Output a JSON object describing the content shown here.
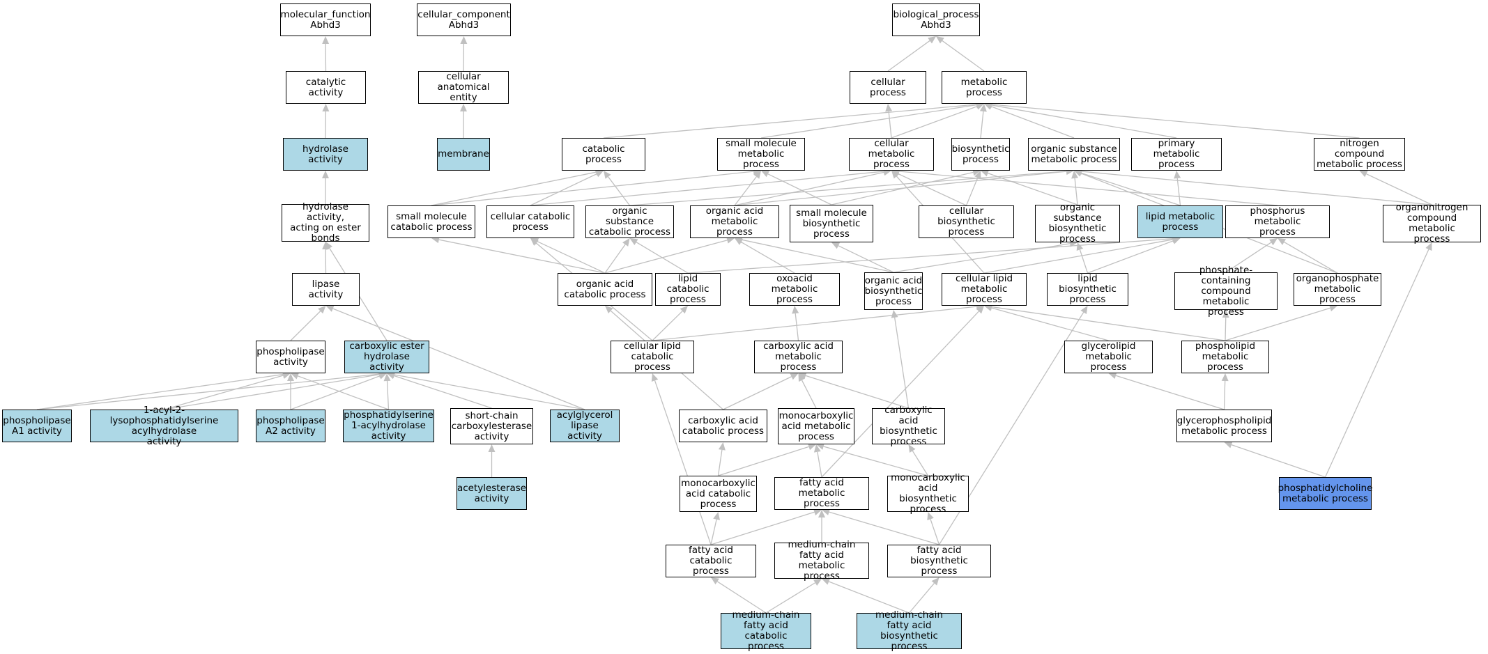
{
  "colors": {
    "edge": "#c0c0c0",
    "node_default": "#ffffff",
    "node_highlight": "#add8e6",
    "node_selected": "#6495ed"
  },
  "nodes": {
    "mf_root": {
      "label": "molecular_function\nAbhd3",
      "style": "default"
    },
    "cc_root": {
      "label": "cellular_component\nAbhd3",
      "style": "default"
    },
    "bp_root": {
      "label": "biological_process\nAbhd3",
      "style": "default"
    },
    "catalytic": {
      "label": "catalytic activity",
      "style": "default"
    },
    "cell_anat": {
      "label": "cellular anatomical\nentity",
      "style": "default"
    },
    "cellular_process": {
      "label": "cellular process",
      "style": "default"
    },
    "metabolic": {
      "label": "metabolic process",
      "style": "default"
    },
    "hydrolase": {
      "label": "hydrolase activity",
      "style": "highlight"
    },
    "membrane": {
      "label": "membrane",
      "style": "highlight"
    },
    "catabolic": {
      "label": "catabolic process",
      "style": "default"
    },
    "sm_metabolic": {
      "label": "small molecule\nmetabolic process",
      "style": "default"
    },
    "cell_metabolic": {
      "label": "cellular metabolic\nprocess",
      "style": "default"
    },
    "biosynthetic": {
      "label": "biosynthetic\nprocess",
      "style": "default"
    },
    "org_sub_metabolic": {
      "label": "organic substance\nmetabolic process",
      "style": "default"
    },
    "primary_metabolic": {
      "label": "primary metabolic\nprocess",
      "style": "default"
    },
    "nitrogen_compound": {
      "label": "nitrogen compound\nmetabolic process",
      "style": "default"
    },
    "hydrolase_ester": {
      "label": "hydrolase activity,\nacting on ester\nbonds",
      "style": "default"
    },
    "sm_catabolic": {
      "label": "small molecule\ncatabolic process",
      "style": "default"
    },
    "cell_catabolic": {
      "label": "cellular catabolic\nprocess",
      "style": "default"
    },
    "org_sub_catabolic": {
      "label": "organic substance\ncatabolic process",
      "style": "default"
    },
    "org_acid_metabolic": {
      "label": "organic acid\nmetabolic process",
      "style": "default"
    },
    "sm_biosynthetic": {
      "label": "small molecule\nbiosynthetic\nprocess",
      "style": "default"
    },
    "cell_biosynthetic": {
      "label": "cellular biosynthetic\nprocess",
      "style": "default"
    },
    "org_sub_biosynthetic": {
      "label": "organic substance\nbiosynthetic\nprocess",
      "style": "default"
    },
    "lipid_metabolic": {
      "label": "lipid metabolic\nprocess",
      "style": "highlight"
    },
    "phosphorus_metabolic": {
      "label": "phosphorus metabolic\nprocess",
      "style": "default"
    },
    "organonitrogen": {
      "label": "organonitrogen\ncompound metabolic\nprocess",
      "style": "default"
    },
    "lipase": {
      "label": "lipase activity",
      "style": "default"
    },
    "org_acid_catabolic": {
      "label": "organic acid\ncatabolic process",
      "style": "default"
    },
    "lipid_catabolic": {
      "label": "lipid catabolic\nprocess",
      "style": "default"
    },
    "oxoacid": {
      "label": "oxoacid metabolic\nprocess",
      "style": "default"
    },
    "org_acid_biosynthetic": {
      "label": "organic acid\nbiosynthetic\nprocess",
      "style": "default"
    },
    "cell_lipid_metabolic": {
      "label": "cellular lipid\nmetabolic process",
      "style": "default"
    },
    "lipid_biosynthetic": {
      "label": "lipid biosynthetic\nprocess",
      "style": "default"
    },
    "phosphate_containing": {
      "label": "phosphate-containing\ncompound metabolic\nprocess",
      "style": "default"
    },
    "organophosphate": {
      "label": "organophosphate\nmetabolic process",
      "style": "default"
    },
    "phospholipase": {
      "label": "phospholipase\nactivity",
      "style": "default"
    },
    "carboxylic_ester": {
      "label": "carboxylic ester\nhydrolase activity",
      "style": "highlight"
    },
    "cell_lipid_catabolic": {
      "label": "cellular lipid\ncatabolic process",
      "style": "default"
    },
    "carboxylic_acid_metabolic": {
      "label": "carboxylic acid\nmetabolic process",
      "style": "default"
    },
    "glycerolipid": {
      "label": "glycerolipid\nmetabolic process",
      "style": "default"
    },
    "phospholipid": {
      "label": "phospholipid\nmetabolic process",
      "style": "default"
    },
    "pla1": {
      "label": "phospholipase\nA1 activity",
      "style": "highlight"
    },
    "acyl_lyso": {
      "label": "1-acyl-2-lysophosphatidylserine\nacylhydrolase\nactivity",
      "style": "highlight"
    },
    "pla2": {
      "label": "phospholipase\nA2 activity",
      "style": "highlight"
    },
    "ps_acylhydrolase": {
      "label": "phosphatidylserine\n1-acylhydrolase\nactivity",
      "style": "highlight"
    },
    "short_chain": {
      "label": "short-chain\ncarboxylesterase\nactivity",
      "style": "default"
    },
    "acylglycerol_lipase": {
      "label": "acylglycerol\nlipase activity",
      "style": "highlight"
    },
    "carboxylic_acid_catabolic": {
      "label": "carboxylic acid\ncatabolic process",
      "style": "default"
    },
    "monocarboxylic_metabolic": {
      "label": "monocarboxylic\nacid metabolic\nprocess",
      "style": "default"
    },
    "carboxylic_acid_biosynthetic": {
      "label": "carboxylic acid\nbiosynthetic\nprocess",
      "style": "default"
    },
    "glycerophospholipid": {
      "label": "glycerophospholipid\nmetabolic process",
      "style": "default"
    },
    "acetylesterase": {
      "label": "acetylesterase\nactivity",
      "style": "highlight"
    },
    "monocarboxylic_catabolic": {
      "label": "monocarboxylic\nacid catabolic\nprocess",
      "style": "default"
    },
    "fatty_acid_metabolic": {
      "label": "fatty acid metabolic\nprocess",
      "style": "default"
    },
    "monocarboxylic_biosynthetic": {
      "label": "monocarboxylic\nacid biosynthetic\nprocess",
      "style": "default"
    },
    "pc_metabolic": {
      "label": "phosphatidylcholine\nmetabolic process",
      "style": "selected"
    },
    "fatty_acid_catabolic": {
      "label": "fatty acid catabolic\nprocess",
      "style": "default"
    },
    "mc_fatty_acid_metabolic": {
      "label": "medium-chain\nfatty acid metabolic\nprocess",
      "style": "default"
    },
    "fatty_acid_biosynthetic": {
      "label": "fatty acid biosynthetic\nprocess",
      "style": "default"
    },
    "mc_fatty_acid_catabolic": {
      "label": "medium-chain\nfatty acid catabolic\nprocess",
      "style": "highlight"
    },
    "mc_fatty_acid_biosynthetic": {
      "label": "medium-chain\nfatty acid biosynthetic\nprocess",
      "style": "highlight"
    }
  },
  "edges": [
    [
      "catalytic",
      "mf_root"
    ],
    [
      "hydrolase",
      "catalytic"
    ],
    [
      "hydrolase_ester",
      "hydrolase"
    ],
    [
      "lipase",
      "hydrolase_ester"
    ],
    [
      "carboxylic_ester",
      "hydrolase_ester"
    ],
    [
      "phospholipase",
      "lipase"
    ],
    [
      "acylglycerol_lipase",
      "lipase"
    ],
    [
      "pla1",
      "phospholipase"
    ],
    [
      "pla1",
      "carboxylic_ester"
    ],
    [
      "acyl_lyso",
      "phospholipase"
    ],
    [
      "acyl_lyso",
      "carboxylic_ester"
    ],
    [
      "pla2",
      "phospholipase"
    ],
    [
      "pla2",
      "carboxylic_ester"
    ],
    [
      "ps_acylhydrolase",
      "phospholipase"
    ],
    [
      "ps_acylhydrolase",
      "carboxylic_ester"
    ],
    [
      "short_chain",
      "carboxylic_ester"
    ],
    [
      "acylglycerol_lipase",
      "carboxylic_ester"
    ],
    [
      "acetylesterase",
      "short_chain"
    ],
    [
      "cell_anat",
      "cc_root"
    ],
    [
      "membrane",
      "cell_anat"
    ],
    [
      "cellular_process",
      "bp_root"
    ],
    [
      "metabolic",
      "bp_root"
    ],
    [
      "catabolic",
      "metabolic"
    ],
    [
      "sm_metabolic",
      "metabolic"
    ],
    [
      "cell_metabolic",
      "cellular_process"
    ],
    [
      "cell_metabolic",
      "metabolic"
    ],
    [
      "biosynthetic",
      "metabolic"
    ],
    [
      "org_sub_metabolic",
      "metabolic"
    ],
    [
      "primary_metabolic",
      "metabolic"
    ],
    [
      "nitrogen_compound",
      "metabolic"
    ],
    [
      "sm_catabolic",
      "catabolic"
    ],
    [
      "sm_catabolic",
      "sm_metabolic"
    ],
    [
      "cell_catabolic",
      "catabolic"
    ],
    [
      "cell_catabolic",
      "cell_metabolic"
    ],
    [
      "org_sub_catabolic",
      "catabolic"
    ],
    [
      "org_sub_catabolic",
      "org_sub_metabolic"
    ],
    [
      "org_acid_metabolic",
      "sm_metabolic"
    ],
    [
      "org_acid_metabolic",
      "cell_metabolic"
    ],
    [
      "org_acid_metabolic",
      "org_sub_metabolic"
    ],
    [
      "sm_biosynthetic",
      "sm_metabolic"
    ],
    [
      "sm_biosynthetic",
      "biosynthetic"
    ],
    [
      "cell_biosynthetic",
      "cell_metabolic"
    ],
    [
      "cell_biosynthetic",
      "biosynthetic"
    ],
    [
      "org_sub_biosynthetic",
      "biosynthetic"
    ],
    [
      "org_sub_biosynthetic",
      "org_sub_metabolic"
    ],
    [
      "lipid_metabolic",
      "org_sub_metabolic"
    ],
    [
      "lipid_metabolic",
      "primary_metabolic"
    ],
    [
      "phosphorus_metabolic",
      "cell_metabolic"
    ],
    [
      "organonitrogen",
      "nitrogen_compound"
    ],
    [
      "organonitrogen",
      "org_sub_metabolic"
    ],
    [
      "org_acid_catabolic",
      "sm_catabolic"
    ],
    [
      "org_acid_catabolic",
      "cell_catabolic"
    ],
    [
      "org_acid_catabolic",
      "org_sub_catabolic"
    ],
    [
      "org_acid_catabolic",
      "org_acid_metabolic"
    ],
    [
      "lipid_catabolic",
      "org_sub_catabolic"
    ],
    [
      "lipid_catabolic",
      "lipid_metabolic"
    ],
    [
      "oxoacid",
      "org_acid_metabolic"
    ],
    [
      "org_acid_biosynthetic",
      "org_acid_metabolic"
    ],
    [
      "org_acid_biosynthetic",
      "sm_biosynthetic"
    ],
    [
      "org_acid_biosynthetic",
      "org_sub_biosynthetic"
    ],
    [
      "cell_lipid_metabolic",
      "cell_metabolic"
    ],
    [
      "cell_lipid_metabolic",
      "lipid_metabolic"
    ],
    [
      "lipid_biosynthetic",
      "lipid_metabolic"
    ],
    [
      "lipid_biosynthetic",
      "org_sub_biosynthetic"
    ],
    [
      "phosphate_containing",
      "phosphorus_metabolic"
    ],
    [
      "organophosphate",
      "phosphorus_metabolic"
    ],
    [
      "organophosphate",
      "org_sub_metabolic"
    ],
    [
      "cell_lipid_catabolic",
      "cell_catabolic"
    ],
    [
      "cell_lipid_catabolic",
      "lipid_catabolic"
    ],
    [
      "cell_lipid_catabolic",
      "cell_lipid_metabolic"
    ],
    [
      "carboxylic_acid_metabolic",
      "oxoacid"
    ],
    [
      "glycerolipid",
      "cell_lipid_metabolic"
    ],
    [
      "phospholipid",
      "cell_lipid_metabolic"
    ],
    [
      "phospholipid",
      "phosphate_containing"
    ],
    [
      "phospholipid",
      "organophosphate"
    ],
    [
      "carboxylic_acid_catabolic",
      "carboxylic_acid_metabolic"
    ],
    [
      "carboxylic_acid_catabolic",
      "org_acid_catabolic"
    ],
    [
      "monocarboxylic_metabolic",
      "carboxylic_acid_metabolic"
    ],
    [
      "carboxylic_acid_biosynthetic",
      "carboxylic_acid_metabolic"
    ],
    [
      "carboxylic_acid_biosynthetic",
      "org_acid_biosynthetic"
    ],
    [
      "glycerophospholipid",
      "glycerolipid"
    ],
    [
      "glycerophospholipid",
      "phospholipid"
    ],
    [
      "monocarboxylic_catabolic",
      "carboxylic_acid_catabolic"
    ],
    [
      "monocarboxylic_catabolic",
      "monocarboxylic_metabolic"
    ],
    [
      "fatty_acid_metabolic",
      "monocarboxylic_metabolic"
    ],
    [
      "fatty_acid_metabolic",
      "cell_lipid_metabolic"
    ],
    [
      "monocarboxylic_biosynthetic",
      "monocarboxylic_metabolic"
    ],
    [
      "monocarboxylic_biosynthetic",
      "carboxylic_acid_biosynthetic"
    ],
    [
      "pc_metabolic",
      "glycerophospholipid"
    ],
    [
      "pc_metabolic",
      "organonitrogen"
    ],
    [
      "fatty_acid_catabolic",
      "monocarboxylic_catabolic"
    ],
    [
      "fatty_acid_catabolic",
      "fatty_acid_metabolic"
    ],
    [
      "fatty_acid_catabolic",
      "cell_lipid_catabolic"
    ],
    [
      "mc_fatty_acid_metabolic",
      "fatty_acid_metabolic"
    ],
    [
      "fatty_acid_biosynthetic",
      "fatty_acid_metabolic"
    ],
    [
      "fatty_acid_biosynthetic",
      "monocarboxylic_biosynthetic"
    ],
    [
      "fatty_acid_biosynthetic",
      "lipid_biosynthetic"
    ],
    [
      "mc_fatty_acid_catabolic",
      "fatty_acid_catabolic"
    ],
    [
      "mc_fatty_acid_catabolic",
      "mc_fatty_acid_metabolic"
    ],
    [
      "mc_fatty_acid_biosynthetic",
      "mc_fatty_acid_metabolic"
    ],
    [
      "mc_fatty_acid_biosynthetic",
      "fatty_acid_biosynthetic"
    ]
  ]
}
